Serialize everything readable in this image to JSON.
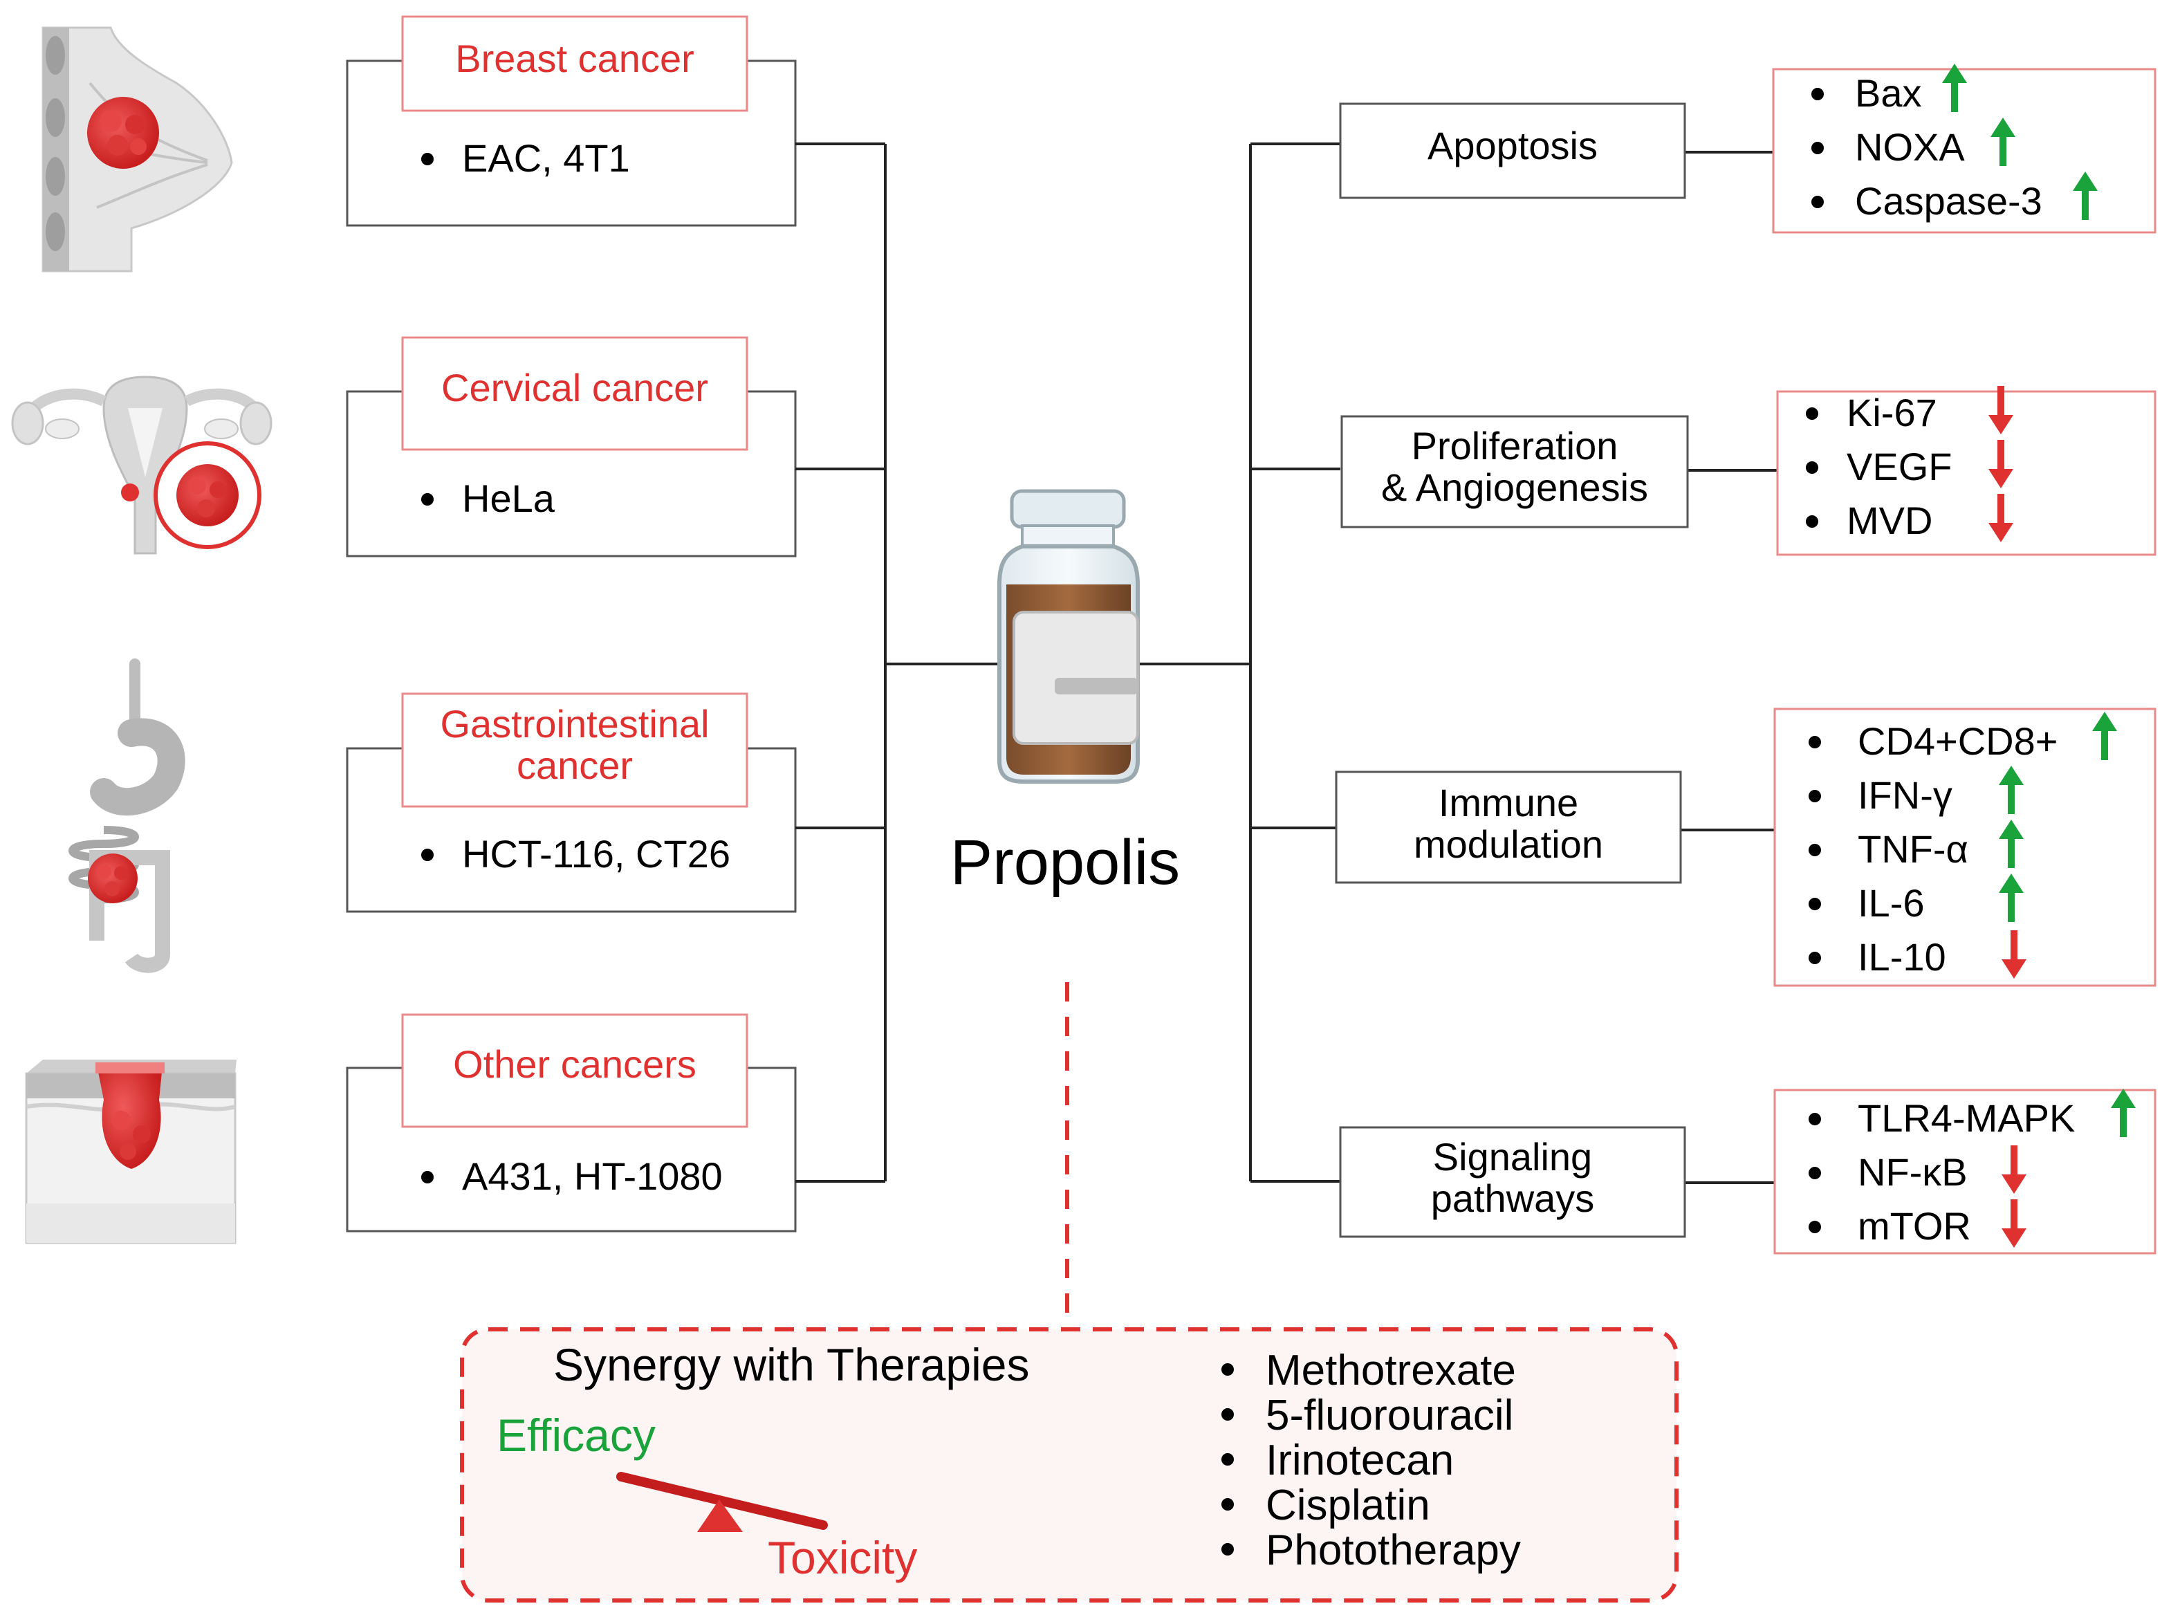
{
  "center": {
    "title": "Propolis"
  },
  "cancers": [
    {
      "name": "Breast cancer",
      "cells": [
        "EAC, 4T1"
      ]
    },
    {
      "name": "Cervical cancer",
      "cells": [
        "HeLa"
      ]
    },
    {
      "name_lines": [
        "Gastrointestinal",
        "cancer"
      ],
      "cells": [
        "HCT-116, CT26"
      ]
    },
    {
      "name": "Other cancers",
      "cells": [
        "A431, HT-1080"
      ]
    }
  ],
  "mechanisms": [
    {
      "label_lines": [
        "Apoptosis"
      ],
      "markers": [
        {
          "text": "Bax",
          "direction": "up"
        },
        {
          "text": "NOXA",
          "direction": "up"
        },
        {
          "text": "Caspase-3",
          "direction": "up"
        }
      ]
    },
    {
      "label_lines": [
        "Proliferation",
        "& Angiogenesis"
      ],
      "markers": [
        {
          "text": "Ki-67",
          "direction": "down"
        },
        {
          "text": "VEGF",
          "direction": "down"
        },
        {
          "text": "MVD",
          "direction": "down"
        }
      ]
    },
    {
      "label_lines": [
        "Immune",
        "modulation"
      ],
      "markers": [
        {
          "text": "CD4+CD8+",
          "direction": "up"
        },
        {
          "text": "IFN-γ",
          "direction": "up"
        },
        {
          "text": "TNF-α",
          "direction": "up"
        },
        {
          "text": "IL-6",
          "direction": "up"
        },
        {
          "text": "IL-10",
          "direction": "down"
        }
      ]
    },
    {
      "label_lines": [
        "Signaling",
        "pathways"
      ],
      "markers": [
        {
          "text": "TLR4-MAPK",
          "direction": "up"
        },
        {
          "text": "NF-κB",
          "direction": "down"
        },
        {
          "text": "mTOR",
          "direction": "down"
        }
      ]
    }
  ],
  "synergy": {
    "title": "Synergy with Therapies",
    "efficacy": "Efficacy",
    "toxicity": "Toxicity",
    "therapies": [
      "Methotrexate",
      "5-fluorouracil",
      "Irinotecan",
      "Cisplatin",
      "Phototherapy"
    ]
  },
  "colors": {
    "red": "#e03131",
    "green": "#1aa33a",
    "line": "#222222",
    "box_border": "#555555"
  },
  "icons": [
    "breast-tumor-illustration",
    "uterus-tumor-illustration",
    "digestive-tract-tumor-illustration",
    "skin-tumor-illustration",
    "propolis-vial-icon",
    "balance-scale-icon"
  ]
}
